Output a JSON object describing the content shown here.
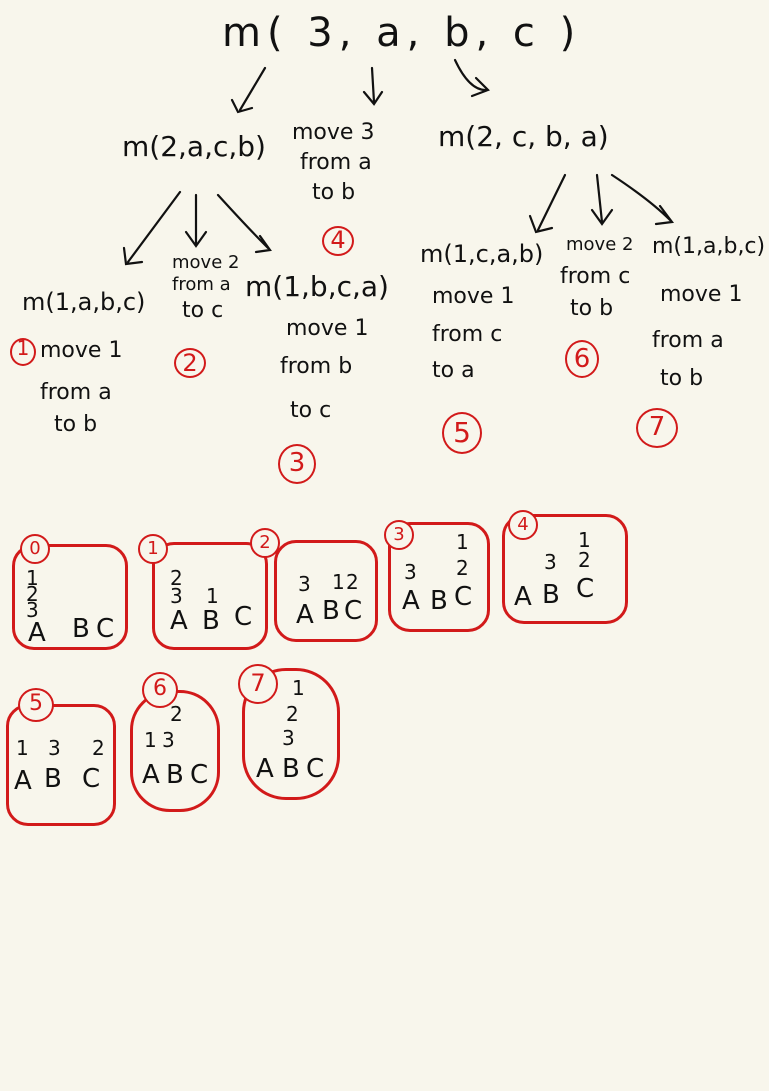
{
  "tree": {
    "root": "m( 3, a, b, c )",
    "left_call": "m(2,a,c,b)",
    "mid_step": [
      "move 3",
      "from a",
      "to b"
    ],
    "right_call": "m(2, c, b, a)",
    "ll_call": "m(1,a,b,c)",
    "ll_step": [
      "move 1",
      "from a",
      "to b"
    ],
    "lm_step": [
      "move 2",
      "from a",
      "to c"
    ],
    "lr_call": "m(1,b,c,a)",
    "lr_step": [
      "move 1",
      "from b",
      "to c"
    ],
    "rl_call": "m(1,c,a,b)",
    "rl_step": [
      "move 1",
      "from c",
      "to a"
    ],
    "rm_step": [
      "move 2",
      "from c",
      "to b"
    ],
    "rr_call": "m(1,a,b,c)",
    "rr_step": [
      "move 1",
      "from a",
      "to b"
    ],
    "order": {
      "ll": "1",
      "lm": "2",
      "lr": "3",
      "mid": "4",
      "rl": "5",
      "rm": "6",
      "rr": "7"
    }
  },
  "states": [
    {
      "num": "0",
      "pegs": [
        "A",
        "B",
        "C"
      ]
    },
    {
      "num": "1",
      "pegs": [
        "A",
        "B",
        "C"
      ]
    },
    {
      "num": "2",
      "pegs": [
        "A",
        "B",
        "C"
      ]
    },
    {
      "num": "3",
      "pegs": [
        "A",
        "B",
        "C"
      ]
    },
    {
      "num": "4",
      "pegs": [
        "A",
        "B",
        "C"
      ]
    },
    {
      "num": "5",
      "pegs": [
        "A",
        "B",
        "C"
      ]
    },
    {
      "num": "6",
      "pegs": [
        "A",
        "B",
        "C"
      ]
    },
    {
      "num": "7",
      "pegs": [
        "A",
        "B",
        "C"
      ]
    }
  ],
  "disks": {
    "s0": [
      "1",
      "2",
      "3"
    ],
    "s1": [
      "2",
      "3",
      "1"
    ],
    "s2": [
      "3",
      "1",
      "2"
    ],
    "s3": [
      "1",
      "3",
      "2"
    ],
    "s4": [
      "1",
      "3",
      "2"
    ],
    "s5": [
      "1",
      "3",
      "2"
    ],
    "s6": [
      "2",
      "1",
      "3"
    ],
    "s7": [
      "1",
      "2",
      "3"
    ]
  },
  "colors": {
    "ink": "#111111",
    "annotation": "#d21a1a",
    "paper": "#f8f6ec"
  }
}
